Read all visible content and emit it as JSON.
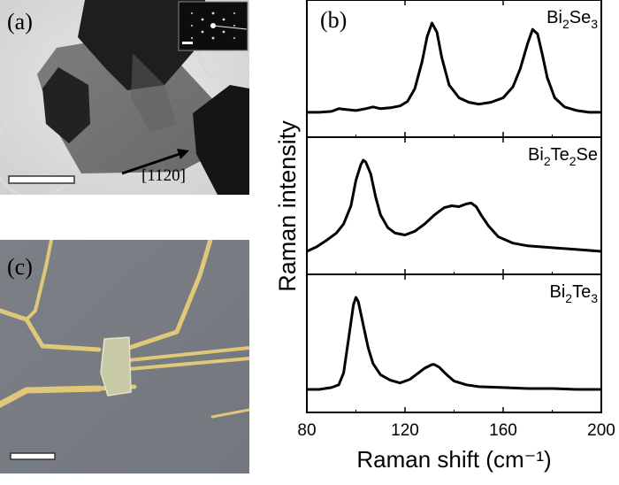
{
  "figure": {
    "panel_a": {
      "label": "(a)",
      "direction_label": "[1120]"
    },
    "panel_b": {
      "label": "(b)"
    },
    "panel_c": {
      "label": "(c)"
    }
  },
  "chart_data": {
    "type": "line",
    "xlabel": "Raman shift (cm⁻¹)",
    "ylabel": "Raman intensity",
    "xlim": [
      80,
      200
    ],
    "xticks": [
      80,
      120,
      160,
      200
    ],
    "grid": false,
    "series": [
      {
        "name": "Bi₂Se₃",
        "label_main": "Bi",
        "label_sub1": "2",
        "label_mid": "Se",
        "label_sub2": "3",
        "label_tail": "",
        "x": [
          80,
          85,
          90,
          93,
          96,
          100,
          104,
          107,
          110,
          114,
          118,
          121,
          124,
          127,
          129,
          131,
          133,
          135,
          138,
          142,
          146,
          150,
          155,
          160,
          164,
          167,
          170,
          172,
          174,
          176,
          178,
          181,
          185,
          190,
          195,
          200
        ],
        "y": [
          0.02,
          0.02,
          0.03,
          0.06,
          0.05,
          0.04,
          0.06,
          0.08,
          0.06,
          0.07,
          0.09,
          0.14,
          0.28,
          0.58,
          0.85,
          1.0,
          0.9,
          0.62,
          0.32,
          0.18,
          0.13,
          0.11,
          0.13,
          0.18,
          0.3,
          0.5,
          0.78,
          0.93,
          0.88,
          0.65,
          0.4,
          0.18,
          0.08,
          0.04,
          0.02,
          0.02
        ]
      },
      {
        "name": "Bi₂Te₂Se",
        "label_main": "Bi",
        "label_sub1": "2",
        "label_mid": "Te",
        "label_sub2": "2",
        "label_tail": "Se",
        "x": [
          80,
          84,
          88,
          92,
          95,
          98,
          100,
          102,
          103,
          104,
          106,
          108,
          110,
          113,
          116,
          120,
          124,
          128,
          132,
          136,
          139,
          142,
          145,
          147,
          149,
          151,
          154,
          158,
          164,
          170,
          180,
          190,
          200
        ],
        "y": [
          0.0,
          0.05,
          0.12,
          0.2,
          0.3,
          0.5,
          0.78,
          0.95,
          1.0,
          0.98,
          0.85,
          0.6,
          0.4,
          0.26,
          0.2,
          0.18,
          0.22,
          0.3,
          0.4,
          0.48,
          0.5,
          0.49,
          0.52,
          0.53,
          0.49,
          0.4,
          0.28,
          0.16,
          0.09,
          0.06,
          0.04,
          0.02,
          0.0
        ]
      },
      {
        "name": "Bi₂Te₃",
        "label_main": "Bi",
        "label_sub1": "2",
        "label_mid": "Te",
        "label_sub2": "3",
        "label_tail": "",
        "x": [
          80,
          85,
          90,
          93,
          95,
          97,
          99,
          100,
          101,
          103,
          105,
          107,
          110,
          114,
          118,
          122,
          125,
          128,
          131,
          132,
          134,
          137,
          140,
          145,
          150,
          160,
          170,
          180,
          190,
          200
        ],
        "y": [
          0.0,
          0.0,
          0.02,
          0.05,
          0.18,
          0.55,
          0.92,
          1.0,
          0.95,
          0.7,
          0.45,
          0.28,
          0.16,
          0.1,
          0.07,
          0.11,
          0.17,
          0.23,
          0.27,
          0.27,
          0.24,
          0.16,
          0.09,
          0.05,
          0.03,
          0.02,
          0.01,
          0.01,
          0.0,
          0.0
        ]
      }
    ]
  }
}
